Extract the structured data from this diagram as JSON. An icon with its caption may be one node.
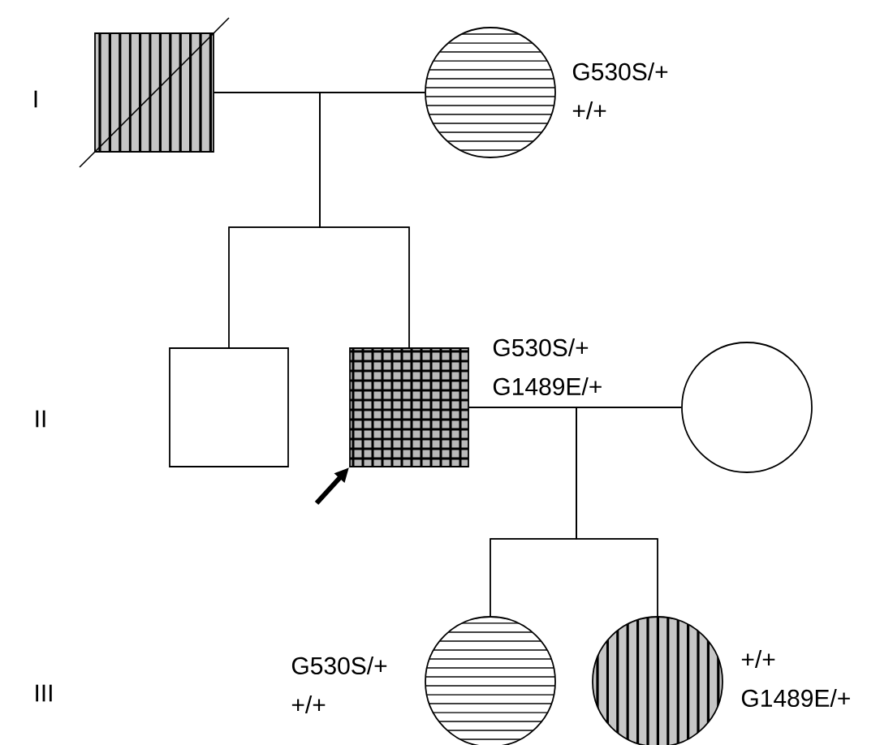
{
  "diagram": {
    "nodes": [
      {
        "text": [],
        "shape": "box"
      },
      {
        "text": [],
        "shape": "circle",
        "beside": [
          "G530S/+",
          "+/+"
        ]
      },
      {
        "text": [],
        "shape": "box"
      },
      {
        "text": [],
        "shape": "box",
        "beside": [
          "G530S/+",
          "G1489E/+"
        ]
      },
      {
        "text": [],
        "shape": "circle"
      },
      {
        "text": [],
        "shape": "circle",
        "beside": [
          "G530S/+",
          "+/+"
        ]
      },
      {
        "text": [],
        "shape": "circle",
        "beside": [
          "+/+",
          "G1489E/+"
        ]
      }
    ],
    "edges": [
      {
        "from": 0,
        "to": 1,
        "arrow": "none"
      },
      {
        "from": 0,
        "to": 2,
        "arrow": "none"
      },
      {
        "from": 0,
        "to": 3,
        "arrow": "none"
      },
      {
        "from": 1,
        "to": 2,
        "arrow": "none"
      },
      {
        "from": 1,
        "to": 3,
        "arrow": "none"
      },
      {
        "from": 3,
        "to": 4,
        "arrow": "none"
      },
      {
        "from": 3,
        "to": 5,
        "arrow": "none"
      },
      {
        "from": 3,
        "to": 6,
        "arrow": "none"
      },
      {
        "from": 4,
        "to": 5,
        "arrow": "none"
      },
      {
        "from": 4,
        "to": 6,
        "arrow": "none"
      },
      {
        "from": null,
        "to": 3,
        "arrow": "to",
        "style": "thick"
      }
    ],
    "labels": [
      "I",
      "II",
      "III"
    ]
  }
}
